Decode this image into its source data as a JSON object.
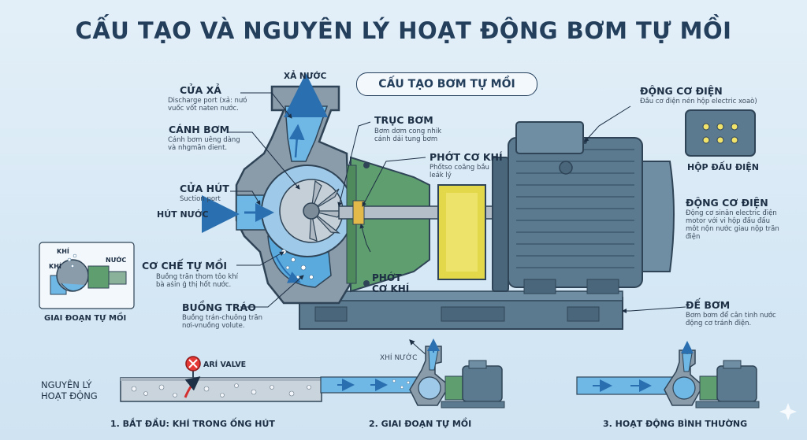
{
  "title": "CẤU TẠO VÀ NGUYÊN LÝ HOẠT ĐỘNG BƠM TỰ MỒI",
  "subtitle": "CẤU TẠO BƠM TỰ MỒI",
  "labels": {
    "xa_nuoc": "XẢ NƯỚC",
    "cua_xa": "CỬA XẢ",
    "cua_xa_desc": "Discharge port (xả: nưó\nvuốc vốt naten nước.",
    "canh_bom": "CÁNH BƠM",
    "canh_bom_desc": "Cánh bơm uêng dàng\nvà nhgmãn dient.",
    "cua_hut": "CỬA HÚT",
    "cua_hut_desc": "Suction port",
    "hut_nuoc": "HÚT NƯỚC",
    "co_che": "CƠ CHẾ TỰ MỒI",
    "co_che_desc": "Buồng trăn thom tôo khí\nbà aṡin ǵ thị hốt nước.",
    "buong_trao": "BUỒNG TRÁO",
    "buong_trao_desc": "Buồng trán-chuông trăn\nnơi-vnuồng volute.",
    "truc_bom": "TRỤC BƠM",
    "truc_bom_desc": "Bơm dơm cong nhik\ncánh dải tung bơm",
    "phot_co_khi": "PHỚT CƠ KHÍ",
    "phot_co_khi_desc": "Phốtso coãng bầu\nleák lý",
    "phot_co_khi_2": "PHỚT\nCƠ KHÍ",
    "dong_co_dien_1": "ĐỘNG CƠ ĐIỆN",
    "dong_co_dien_1_desc": "Đầu cơ điện nén hộp electric xoaò)",
    "hop_dau_dien": "HỘP ĐẤU ĐIỆN",
    "dong_co_dien_2": "ĐỘNG CƠ ĐIỆN",
    "dong_co_dien_2_desc": "Động cơ sinăn electric điện\nmotor với vi hộp đấu đấu\nmôt nộn nước giau nộp trăn\nđiện",
    "de_bom": "ĐẾ BƠM",
    "de_bom_desc": "Bơm bơm để cân tinh nước\nđộng cơ tránh điện.",
    "inset_khi_1": "KHÍ",
    "inset_khi_2": "KHÍ",
    "inset_nuoc": "NƯỚC",
    "inset_caption": "GIAI ĐOẠN TỰ MỒI"
  },
  "principle": {
    "title": "NGUYÊN LÝ\nHOẠT ĐỘNG",
    "air_valve": "ARÍ VALVE",
    "xhi_nuoc": "XHÍ NƯỚC",
    "steps": [
      "1. BẮT ĐẦU: KHÍ TRONG ỐNG HÚT",
      "2. GIAI ĐOẠN TỰ MỒI",
      "3. HOẠT ĐỘNG BÌNH THƯỜNG"
    ]
  },
  "colors": {
    "title": "#243f5c",
    "pump_body": "#8a9baa",
    "water": "#6fb8e6",
    "bracket": "#5f9e6e",
    "coupling": "#e3d84a",
    "motor": "#5b7a90",
    "base": "#5b7a90"
  }
}
